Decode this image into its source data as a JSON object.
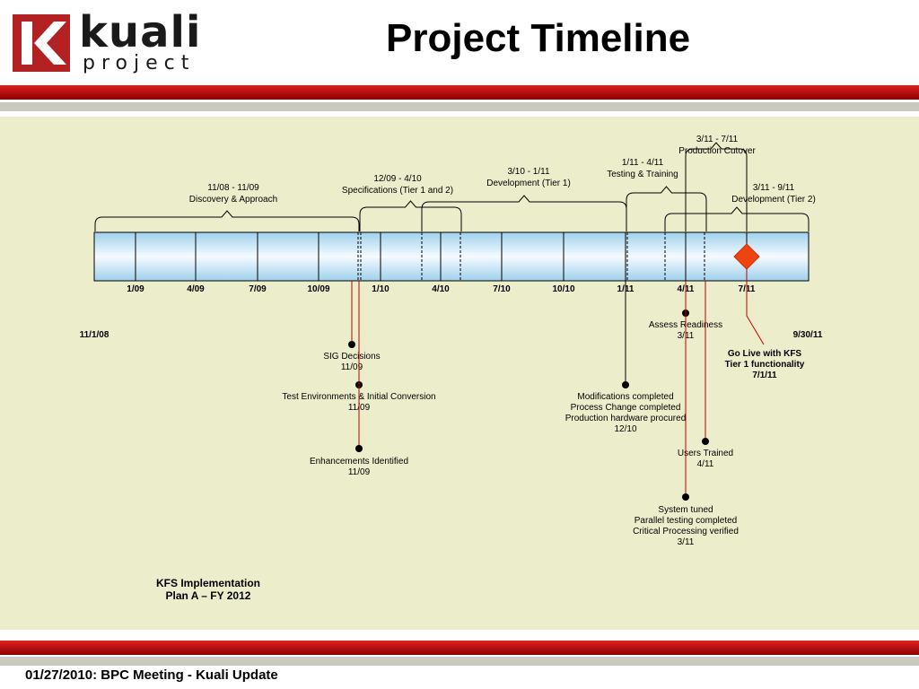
{
  "header": {
    "logo_word": "kuali",
    "logo_sub": "project",
    "title": "Project Timeline"
  },
  "footer": {
    "text": "01/27/2010:  BPC Meeting - Kuali Update"
  },
  "timeline": {
    "start_label": "11/1/08",
    "end_label": "9/30/11",
    "ticks": [
      "1/09",
      "4/09",
      "7/09",
      "10/09",
      "1/10",
      "4/10",
      "7/10",
      "10/10",
      "1/11",
      "4/11",
      "7/11"
    ],
    "phases": [
      {
        "dates": "11/08 - 11/09",
        "name": "Discovery & Approach"
      },
      {
        "dates": "12/09 - 4/10",
        "name": "Specifications (Tier 1 and 2)"
      },
      {
        "dates": "3/10 - 1/11",
        "name": "Development (Tier 1)"
      },
      {
        "dates": "1/11 - 4/11",
        "name": "Testing & Training"
      },
      {
        "dates": "3/11 - 7/11",
        "name": "Production Cutover"
      },
      {
        "dates": "3/11 - 9/11",
        "name": "Development (Tier 2)"
      }
    ],
    "milestones": [
      {
        "lines": [
          "SIG Decisions",
          "11/09"
        ]
      },
      {
        "lines": [
          "Test Environments & Initial Conversion",
          "11/09"
        ]
      },
      {
        "lines": [
          "Enhancements Identified",
          "11/09"
        ]
      },
      {
        "lines": [
          "Modifications completed",
          "Process Change completed",
          "Production hardware procured",
          "12/10"
        ]
      },
      {
        "lines": [
          "Assess Readiness",
          "3/11"
        ]
      },
      {
        "lines": [
          "Users Trained",
          "4/11"
        ]
      },
      {
        "lines": [
          "System tuned",
          "Parallel testing completed",
          "Critical Processing verified",
          "3/11"
        ]
      }
    ],
    "golive": {
      "lines": [
        "Go Live with KFS",
        "Tier 1 functionality",
        "7/1/11"
      ]
    },
    "plan": {
      "lines": [
        "KFS Implementation",
        "Plan A – FY 2012"
      ]
    }
  },
  "colors": {
    "accent_red": "#c00000",
    "diamond": "#ee4411",
    "background": "#eceecb"
  }
}
